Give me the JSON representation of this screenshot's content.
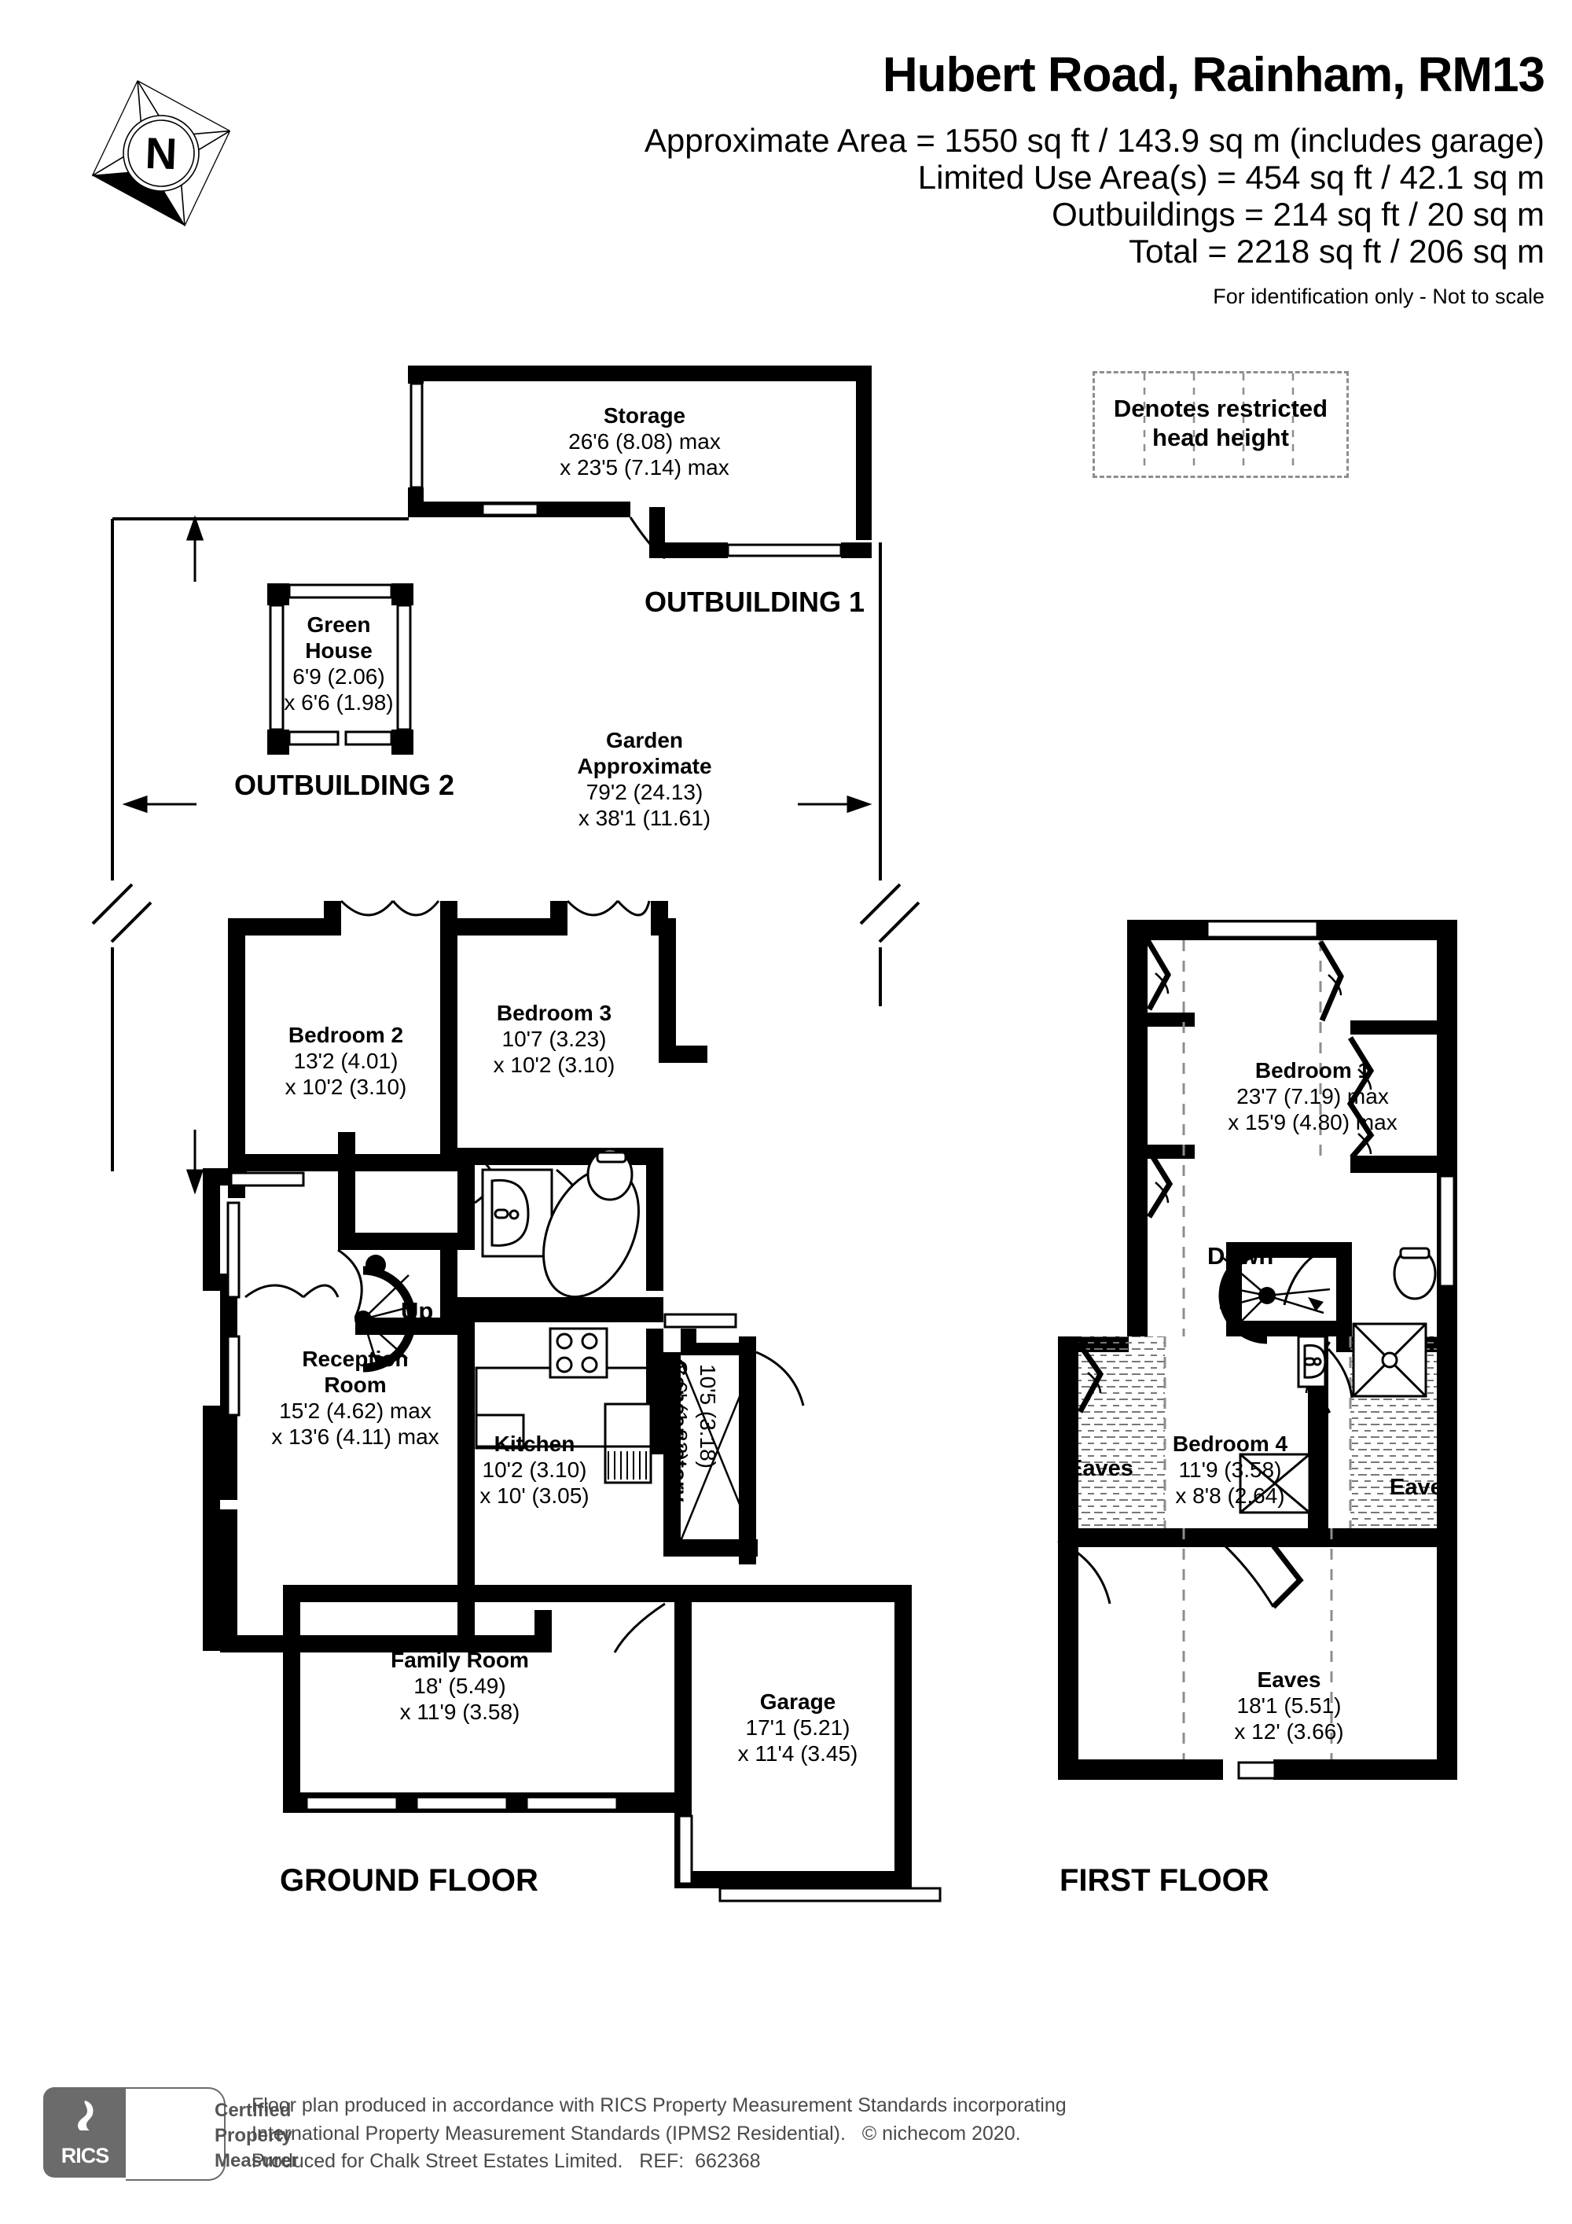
{
  "header": {
    "title": "Hubert Road, Rainham, RM13",
    "lines": [
      "Approximate Area = 1550 sq ft / 143.9 sq m (includes garage)",
      "Limited Use Area(s) = 454 sq ft / 42.1 sq m",
      "Outbuildings = 214 sq ft / 20 sq m",
      "Total = 2218 sq ft / 206 sq m"
    ],
    "disclaimer": "For identification only - Not to scale"
  },
  "compass": {
    "label": "N"
  },
  "legend": {
    "line1": "Denotes restricted",
    "line2": "head height"
  },
  "floors": {
    "ground_label": "GROUND FLOOR",
    "first_label": "FIRST FLOOR"
  },
  "outbuildings": {
    "ob1_label": "OUTBUILDING 1",
    "ob2_label": "OUTBUILDING 2"
  },
  "rooms": {
    "storage": {
      "name": "Storage",
      "d1": "26'6 (8.08) max",
      "d2": "x 23'5 (7.14) max"
    },
    "greenhouse": {
      "name": "Green",
      "name2": "House",
      "d1": "6'9 (2.06)",
      "d2": "x 6'6 (1.98)"
    },
    "garden": {
      "name": "Garden",
      "name2": "Approximate",
      "d1": "79'2 (24.13)",
      "d2": "x 38'1 (11.61)"
    },
    "bedroom2": {
      "name": "Bedroom 2",
      "d1": "13'2 (4.01)",
      "d2": "x 10'2 (3.10)"
    },
    "bedroom3": {
      "name": "Bedroom 3",
      "d1": "10'7 (3.23)",
      "d2": "x 10'2 (3.10)"
    },
    "reception": {
      "name": "Reception",
      "name2": "Room",
      "d1": "15'2 (4.62) max",
      "d2": "x 13'6 (4.11) max"
    },
    "kitchen": {
      "name": "Kitchen",
      "d1": "10'2 (3.10)",
      "d2": "x 10' (3.05)"
    },
    "conservatory": {
      "name": "Conservatory",
      "d1": "10'5 (3.18)",
      "d2": "x 6' (1.83)"
    },
    "family": {
      "name": "Family Room",
      "d1": "18' (5.49)",
      "d2": "x 11'9 (3.58)"
    },
    "garage": {
      "name": "Garage",
      "d1": "17'1 (5.21)",
      "d2": "x 11'4 (3.45)"
    },
    "bedroom1": {
      "name": "Bedroom 1",
      "d1": "23'7 (7.19) max",
      "d2": "x 15'9 (4.80) max"
    },
    "bedroom4": {
      "name": "Bedroom 4",
      "d1": "11'9 (3.58)",
      "d2": "x 8'8 (2.64)"
    },
    "eaves_left": {
      "name": "Eaves"
    },
    "eaves_right": {
      "name": "Eaves"
    },
    "eaves_bottom": {
      "name": "Eaves",
      "d1": "18'1 (5.51)",
      "d2": "x 12' (3.66)"
    }
  },
  "stairs": {
    "up": "Up",
    "down": "Down"
  },
  "footer": {
    "rics_mark": "RICS",
    "cert1": "Certified",
    "cert2": "Property",
    "cert3": "Measurer",
    "notes": "Floor plan produced in accordance with RICS Property Measurement Standards incorporating\nInternational Property Measurement Standards (IPMS2 Residential).   © nichecom 2020.\nProduced for Chalk Street Estates Limited.   REF:  662368"
  },
  "colors": {
    "wall": "#000000",
    "paper": "#ffffff",
    "restricted": "#8d8d8d",
    "rics_grey": "#6b6b6b"
  }
}
